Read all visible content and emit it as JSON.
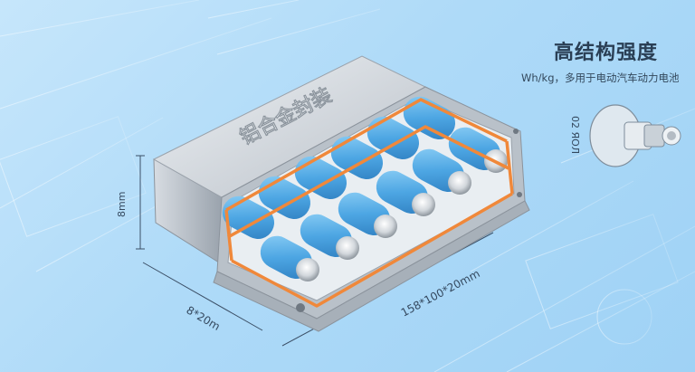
{
  "header": {
    "title": "高结构强度",
    "subtitle": "Wh/kg，多用于电动汽车动力电池"
  },
  "product": {
    "casing_label": "铝合金封装",
    "dim_height": "8mm",
    "dim_width": "8*20m",
    "dim_length": "158*100*20mm",
    "connector_label": "02 ЯОЛ"
  },
  "colors": {
    "background": "#aedaf8",
    "casing": "#c9cfd6",
    "cell": "#4da6e3",
    "wire": "#f0883a",
    "title": "#2a3f55"
  }
}
